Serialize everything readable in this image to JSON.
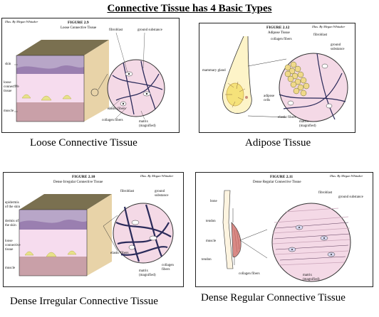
{
  "title": "Connective Tissue has 4 Basic Types",
  "panels": [
    {
      "credit": "Illus. By Megan Whitaker",
      "figure": "FIGURE 2.9",
      "subtitle": "Loose Connective Tissue",
      "caption": "Loose Connective Tissue",
      "labels": {
        "skin": "skin",
        "loose": "loose connective tissue",
        "muscle": "muscle",
        "fibroblast": "fibroblast",
        "ground": "ground substance",
        "elastic": "elastic fibers",
        "collagen": "collagen fibers",
        "matrix": "matrix (magnified)"
      }
    },
    {
      "credit": "Illus. By Megan Whitaker",
      "figure": "FIGURE 2.12",
      "subtitle": "Adipose Tissue",
      "caption": "Adipose Tissue",
      "labels": {
        "fibroblast": "fibroblast",
        "collagen": "collagen fibers",
        "ground": "ground substance",
        "mammary": "mammary gland",
        "adipose": "adipose cells",
        "elastic": "elastic fibers",
        "matrix": "matrix (magnified)"
      }
    },
    {
      "credit": "Illus. By Megan Whitaker",
      "figure": "FIGURE 2.10",
      "subtitle": "Dense Irregular Connective Tissue",
      "caption": "Dense Irregular Connective Tissue",
      "labels": {
        "epidermis": "epidermis of the skin",
        "dermis": "dermis of the skin",
        "loose": "loose connective tissue",
        "muscle": "muscle",
        "fibroblast": "fibroblast",
        "ground": "ground substance",
        "elastic": "elastic fibers",
        "collagen": "collagen fibers",
        "matrix": "matrix (magnified)"
      }
    },
    {
      "credit": "Illus. By Megan Whitaker",
      "figure": "FIGURE 2.11",
      "subtitle": "Dense Regular Connective Tissue",
      "caption": "Dense Regular Connective Tissue",
      "labels": {
        "bone": "bone",
        "tendon1": "tendon",
        "muscle": "muscle",
        "tendon2": "tendon",
        "fibroblast": "fibroblast",
        "ground": "ground substance",
        "collagen": "collagen fibers",
        "matrix": "matrix (magnified)"
      }
    }
  ],
  "colors": {
    "circle_fill": "#f4d9e6",
    "block_top": "#7a7050",
    "skin_band": "#b8a6c8",
    "tissue": "#f6dcee",
    "fat": "#e7e28a",
    "muscle": "#c9a0a8",
    "border": "#222222"
  }
}
